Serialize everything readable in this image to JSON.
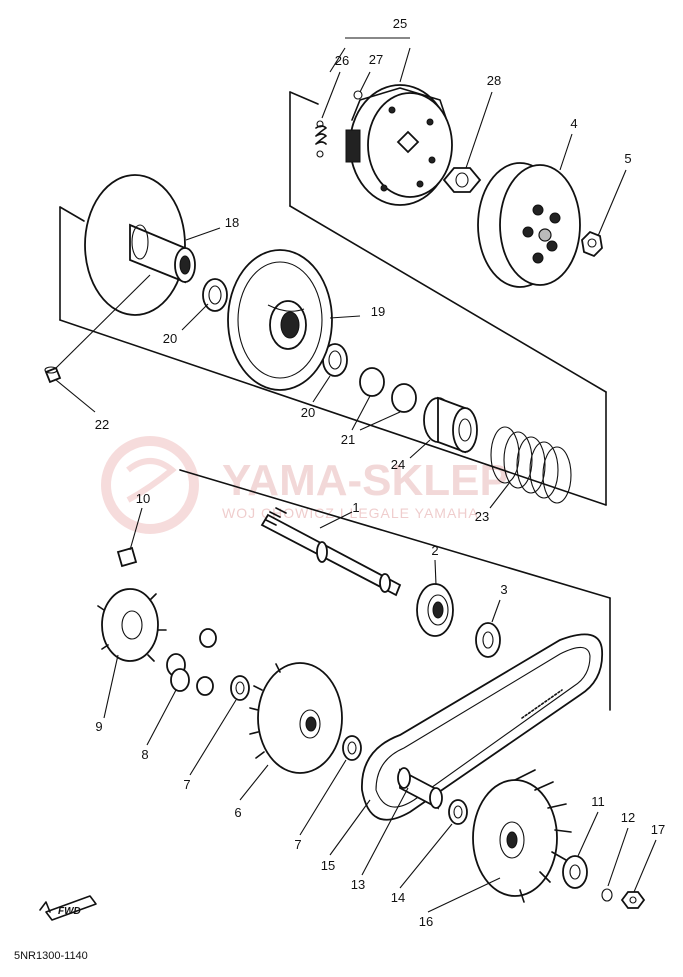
{
  "diagram_code": "5NR1300-1140",
  "watermark": {
    "title": "YAMA-SKLEP",
    "subtitle": "WOJ CHOWICZ I LEGALE YAMAHA"
  },
  "direction_label": "FWD",
  "callouts": {
    "p1": "1",
    "p2": "2",
    "p3": "3",
    "p4": "4",
    "p5": "5",
    "p6": "6",
    "p7a": "7",
    "p7b": "7",
    "p8": "8",
    "p9": "9",
    "p10": "10",
    "p11": "11",
    "p12": "12",
    "p13": "13",
    "p14": "14",
    "p15": "15",
    "p16": "16",
    "p17": "17",
    "p18": "18",
    "p19": "19",
    "p20a": "20",
    "p20b": "20",
    "p21": "21",
    "p22": "22",
    "p23": "23",
    "p24": "24",
    "p25": "25",
    "p26": "26",
    "p27": "27",
    "p28": "28"
  }
}
